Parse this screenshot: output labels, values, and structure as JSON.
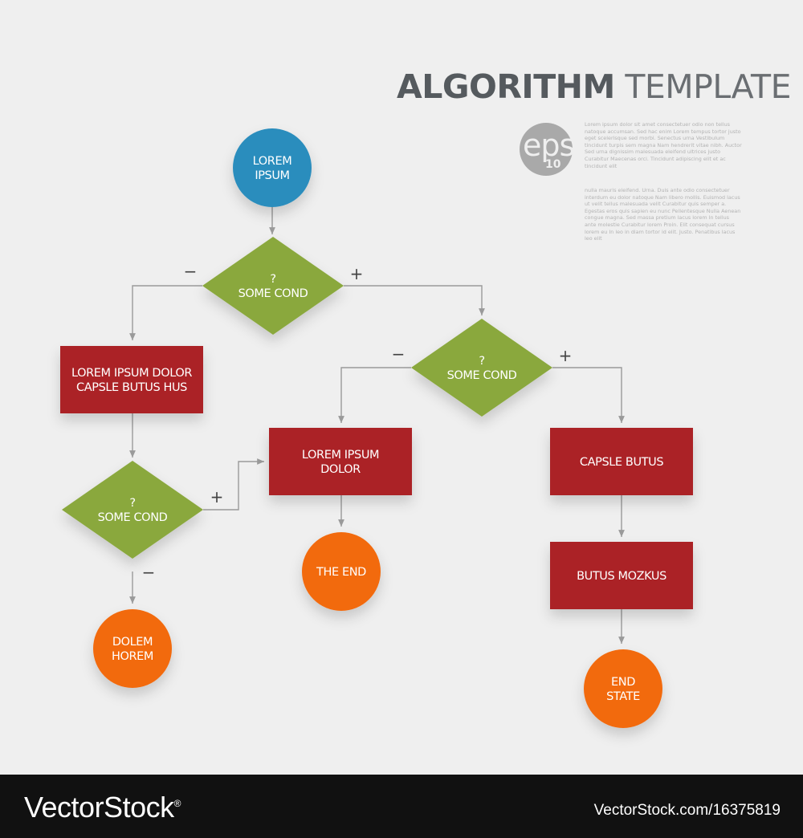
{
  "title": {
    "bold": "ALGORITHM",
    "light": "TEMPLATE"
  },
  "badge": {
    "text": "eps",
    "number": "10"
  },
  "description_1": "Lorem ipsum dolor sit amet consectetuer odio non tellus natoque accumsan. Sed hac enim Lorem tempus tortor justo eget scelerisque sed morbi. Senectus urna Vestibulum tincidunt turpis sem magna Nam hendrerit vitae nibh. Auctor Sed urna dignissim malesuada eleifend ultrices justo Curabitur Maecenas orci. Tincidunt adipiscing elit et ac tincidunt elit",
  "description_2": "nulla mauris eleifend. Urna. Duis ante odio consectetuer interdum eu dolor natoque Nam libero mollis. Euismod lacus ut velit tellus malesuada velit Curabitur quis semper a. Egestas eros quis sapien eu nunc Pellentesque Nulla Aenean congue magna. Sed massa pretium lacus lorem In tellus ante molestie Curabitur lorem Proin. Elit consequat cursus lorem eu In leo in diam tortor id elit. Justo. Penatibus lacus leo elit",
  "colors": {
    "start": "#2b8dbd",
    "condition": "#8aa83e",
    "process": "#ab2127",
    "end": "#f26a11",
    "connector": "#9a9a9a"
  },
  "nodes": {
    "start": [
      "LOREM",
      "IPSUM"
    ],
    "cond_1": [
      "?",
      "SOME COND"
    ],
    "cond_2": [
      "?",
      "SOME COND"
    ],
    "cond_3": [
      "?",
      "SOME COND"
    ],
    "process_1": [
      "LOREM IPSUM DOLOR",
      "CAPSLE BUTUS HUS"
    ],
    "process_2": [
      "LOREM IPSUM",
      "DOLOR"
    ],
    "process_3": [
      "CAPSLE BUTUS"
    ],
    "process_4": [
      "BUTUS  MOZKUS"
    ],
    "end_1": [
      "DOLEM",
      "HOREM"
    ],
    "end_2": [
      "THE END"
    ],
    "end_3": [
      "END",
      "STATE"
    ]
  },
  "branches": {
    "yes": "+",
    "no": "−"
  },
  "footer": {
    "brand": "VectorStock",
    "registered": "®",
    "url": "VectorStock.com/16375819"
  }
}
